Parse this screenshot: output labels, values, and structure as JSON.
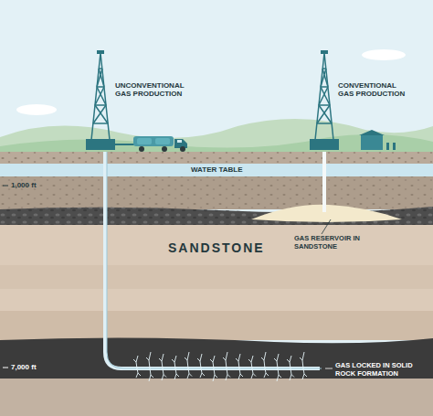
{
  "diagram": {
    "labels": [
      "UNCONVENTIONAL GAS PRODUCTION",
      "CONVENTIONAL GAS PRODUCTION",
      "WATER TABLE",
      "1,000 ft",
      "SANDSTONE",
      "GAS RESERVOIR IN SANDSTONE",
      "7,000 ft",
      "GAS LOCKED IN SOLID ROCK FORMATION"
    ]
  }
}
